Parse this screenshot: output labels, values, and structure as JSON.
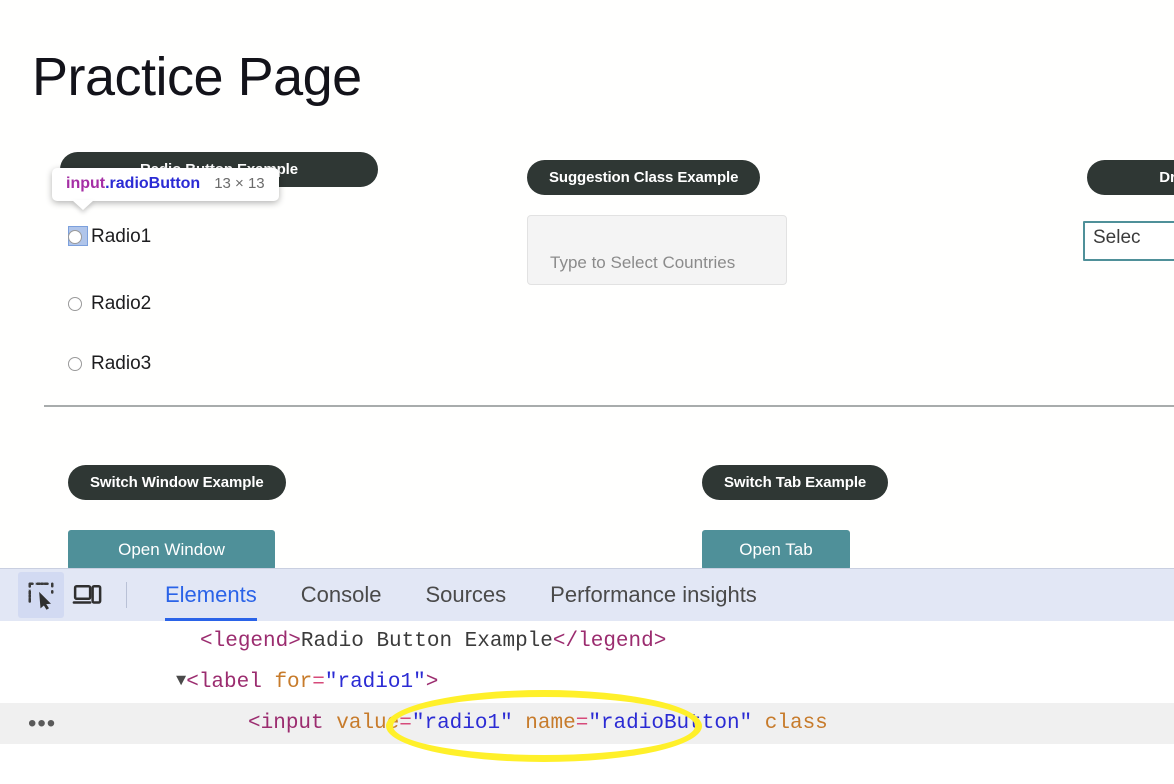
{
  "page": {
    "title": "Practice Page",
    "radio_legend_button": "Radio Button Example",
    "radios": [
      {
        "label": "Radio1",
        "selected": false,
        "highlighted": true
      },
      {
        "label": "Radio2",
        "selected": false,
        "highlighted": false
      },
      {
        "label": "Radio3",
        "selected": false,
        "highlighted": false
      }
    ],
    "suggestion": {
      "heading": "Suggestion Class Example",
      "placeholder": "Type to Select Countries",
      "value": ""
    },
    "dropdown": {
      "heading": "Dro",
      "selected": "Selec"
    },
    "switch_window": {
      "heading": "Switch Window Example",
      "button": "Open Window"
    },
    "switch_tab": {
      "heading": "Switch Tab Example",
      "button": "Open Tab"
    }
  },
  "devtools": {
    "icons": {
      "inspect": "inspect-element-icon",
      "device": "device-toolbar-icon"
    },
    "tabs": [
      {
        "label": "Elements",
        "active": true
      },
      {
        "label": "Console",
        "active": false
      },
      {
        "label": "Sources",
        "active": false
      },
      {
        "label": "Performance insights",
        "active": false
      }
    ],
    "dom_lines": [
      {
        "id": "legend",
        "indent": 200,
        "twisty": "",
        "dots": false,
        "selected": false,
        "tokens": [
          {
            "t": "punct",
            "v": "<"
          },
          {
            "t": "tag",
            "v": "legend"
          },
          {
            "t": "punct",
            "v": ">"
          },
          {
            "t": "text",
            "v": "Radio Button Example"
          },
          {
            "t": "punct",
            "v": "</"
          },
          {
            "t": "tag",
            "v": "legend"
          },
          {
            "t": "punct",
            "v": ">"
          }
        ]
      },
      {
        "id": "label",
        "indent": 176,
        "twisty": "▼",
        "dots": false,
        "selected": false,
        "tokens": [
          {
            "t": "punct",
            "v": "<"
          },
          {
            "t": "tag",
            "v": "label"
          },
          {
            "t": "text",
            "v": " "
          },
          {
            "t": "attr",
            "v": "for"
          },
          {
            "t": "eq",
            "v": "="
          },
          {
            "t": "val",
            "v": "\"radio1\""
          },
          {
            "t": "punct",
            "v": ">"
          }
        ]
      },
      {
        "id": "input",
        "indent": 248,
        "twisty": "",
        "dots": true,
        "selected": true,
        "tokens": [
          {
            "t": "punct",
            "v": "<"
          },
          {
            "t": "tag",
            "v": "input"
          },
          {
            "t": "text",
            "v": " "
          },
          {
            "t": "attr",
            "v": "value"
          },
          {
            "t": "eq",
            "v": "="
          },
          {
            "t": "val",
            "v": "\"radio1\""
          },
          {
            "t": "text",
            "v": " "
          },
          {
            "t": "attr",
            "v": "name"
          },
          {
            "t": "eq",
            "v": "="
          },
          {
            "t": "val",
            "v": "\"radioButton\""
          },
          {
            "t": "text",
            "v": " "
          },
          {
            "t": "attr",
            "v": "class"
          }
        ]
      }
    ],
    "node_tooltip": {
      "tag": "input",
      "class": ".radioButton",
      "dimensions": "13 × 13"
    }
  },
  "colors": {
    "pill_dark": "#2f3734",
    "teal": "#4f9099",
    "devtools_toolbar": "#e2e7f5",
    "active_tab": "#2a63e8",
    "annotation_yellow": "#fff02a",
    "element_highlight": "#6f96d8"
  }
}
